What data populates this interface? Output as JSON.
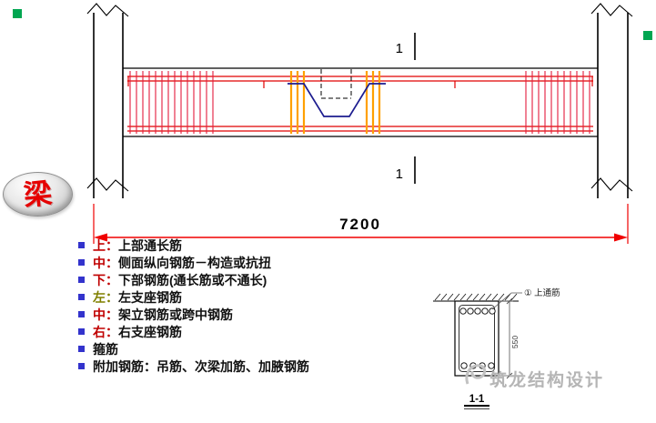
{
  "badge": {
    "label": "梁",
    "color": "#e60000"
  },
  "diagram": {
    "section_mark_top": "1",
    "section_mark_bottom": "1",
    "span_dimension": "7200",
    "colors": {
      "rebar_red": "#e10000",
      "stirrup_crimson": "#e31b3c",
      "extra_stirrup_orange": "#ffa000",
      "hanger_navy": "#1c1c8f",
      "dimension_red": "#f00000",
      "marker_green": "#00a651"
    }
  },
  "legend": {
    "bullet_color": "#3333cc",
    "items": [
      {
        "prefix": "上：",
        "prefix_color": "#c00000",
        "text": "上部通长筋"
      },
      {
        "prefix": "中：",
        "prefix_color": "#c00000",
        "text": "侧面纵向钢筋－构造或抗扭"
      },
      {
        "prefix": "下：",
        "prefix_color": "#c00000",
        "text": "下部钢筋(通长筋或不通长)"
      },
      {
        "prefix": "左：",
        "prefix_color": "#808000",
        "text": "左支座钢筋"
      },
      {
        "prefix": "中：",
        "prefix_color": "#c00000",
        "text": "架立钢筋或跨中钢筋"
      },
      {
        "prefix": "右：",
        "prefix_color": "#c00000",
        "text": "右支座钢筋"
      },
      {
        "prefix": "",
        "text": "箍筋"
      },
      {
        "prefix": "",
        "text": "附加钢筋：吊筋、次梁加筋、加腋钢筋"
      }
    ]
  },
  "section_detail": {
    "callout": "① 上通筋",
    "height_dim": "550",
    "label": "1-1"
  },
  "watermark": "筑龙结构设计"
}
